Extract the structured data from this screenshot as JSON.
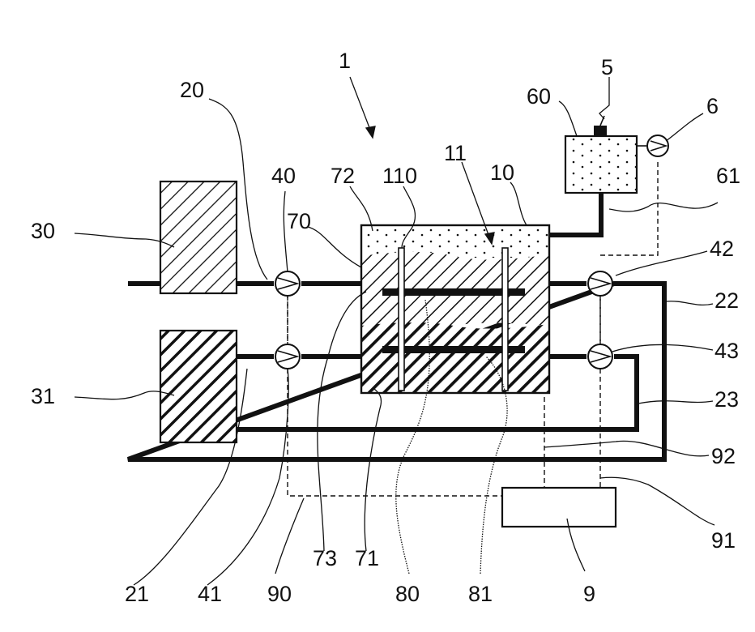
{
  "labels": {
    "l1": "1",
    "l5": "5",
    "l6": "6",
    "l9": "9",
    "l10": "10",
    "l11": "11",
    "l20": "20",
    "l21": "21",
    "l22": "22",
    "l23": "23",
    "l30": "30",
    "l31": "31",
    "l40": "40",
    "l41": "41",
    "l42": "42",
    "l43": "43",
    "l60": "60",
    "l61": "61",
    "l70": "70",
    "l71": "71",
    "l72": "72",
    "l73": "73",
    "l80": "80",
    "l81": "81",
    "l90": "90",
    "l91": "91",
    "l92": "92",
    "l110": "110"
  },
  "colors": {
    "line": "#111111",
    "background": "#ffffff"
  }
}
